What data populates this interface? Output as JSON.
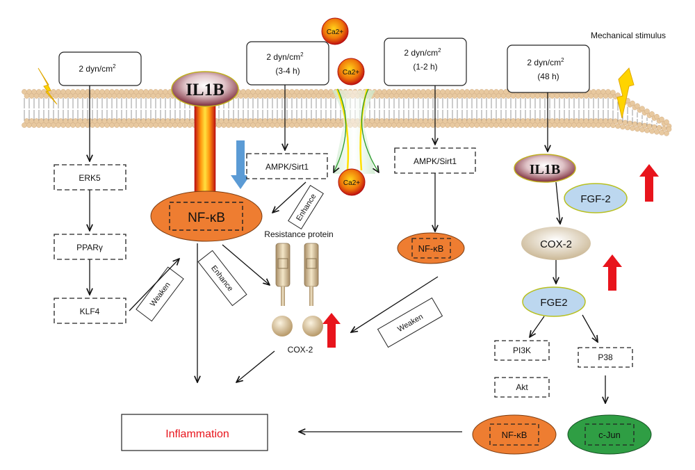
{
  "labels": {
    "mechanical_stimulus": "Mechanical stimulus",
    "stim1": "2 dyn/cm",
    "stim2_l1": "2 dyn/cm",
    "stim2_l2": "(3-4 h)",
    "stim3_l1": "2 dyn/cm",
    "stim3_l2": "(1-2 h)",
    "stim4_l1": "2 dyn/cm",
    "stim4_l2": "(48 h)",
    "sup2": "2",
    "ca": "Ca2+",
    "il1b": "IL1B",
    "erk5": "ERK5",
    "ppar": "PPARγ",
    "klf4": "KLF4",
    "nfkb": "NF-κB",
    "ampk": "AMPK/Sirt1",
    "enhance": "Enhance",
    "weaken": "Weaken",
    "resistance": "Resistance protein",
    "cox2": "COX-2",
    "fgf2": "FGF-2",
    "fge2": "FGE2",
    "pi3k": "PI3K",
    "akt": "Akt",
    "p38": "P38",
    "cjun": "c-Jun",
    "inflammation": "Inflammation"
  },
  "colors": {
    "nfkb_fill": "#ee7d31",
    "cjun_fill": "#2f9e44",
    "fg_fill": "#bcd7ef",
    "cox_fill": "#e8dcc8",
    "red_arrow": "#e8141c",
    "blue_arrow": "#5b9bd5",
    "inflammation_text": "#e8141c"
  }
}
